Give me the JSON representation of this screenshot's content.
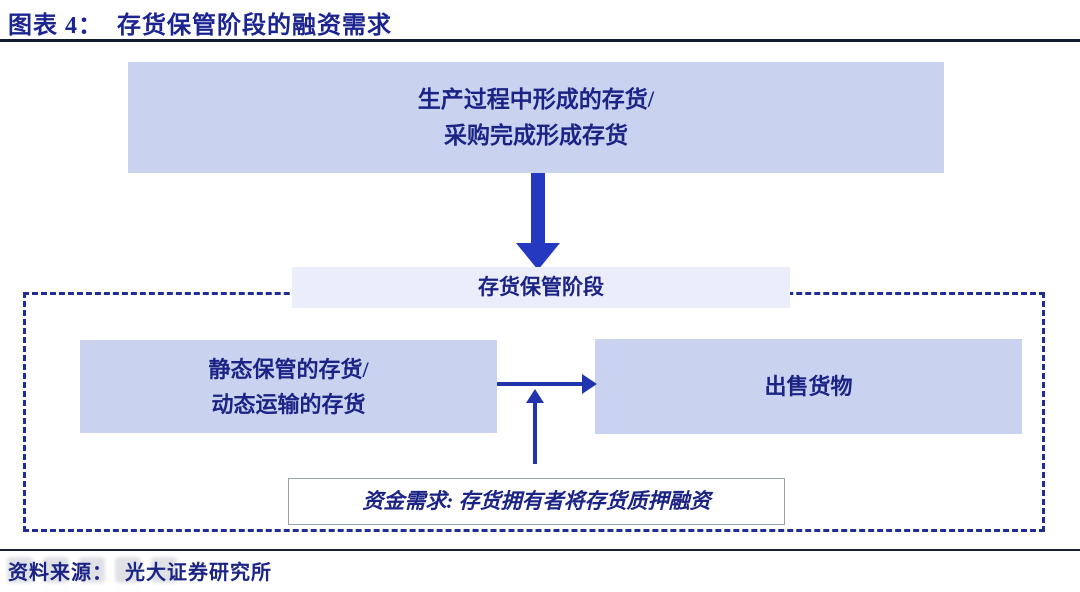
{
  "page": {
    "title": "图表 4：  存货保管阶段的融资需求",
    "source": "资料来源：  光大证券研究所"
  },
  "diagram": {
    "top_box": {
      "line1": "生产过程中形成的存货/",
      "line2": "采购完成形成存货"
    },
    "stage_label": "存货保管阶段",
    "storage_box": {
      "line1": "静态保管的存货/",
      "line2": "动态运输的存货"
    },
    "sell_box": {
      "label": "出售货物"
    },
    "demand_note": "资金需求: 存货拥有者将存货质押融资",
    "edges": [
      "top_box -> stage_strip (thick down arrow)",
      "storage_box -> sell_box (right arrow)",
      "demand_note -> flow line (up arrow)"
    ]
  },
  "colors": {
    "text_navy": "#1b2385",
    "arrow_blue": "#2439c0",
    "flow_arrow_blue": "#1f34ad",
    "box_fill": "#c9d3f0",
    "strip_fill": "#ebeefa",
    "dashed_border": "#1f2e96"
  }
}
